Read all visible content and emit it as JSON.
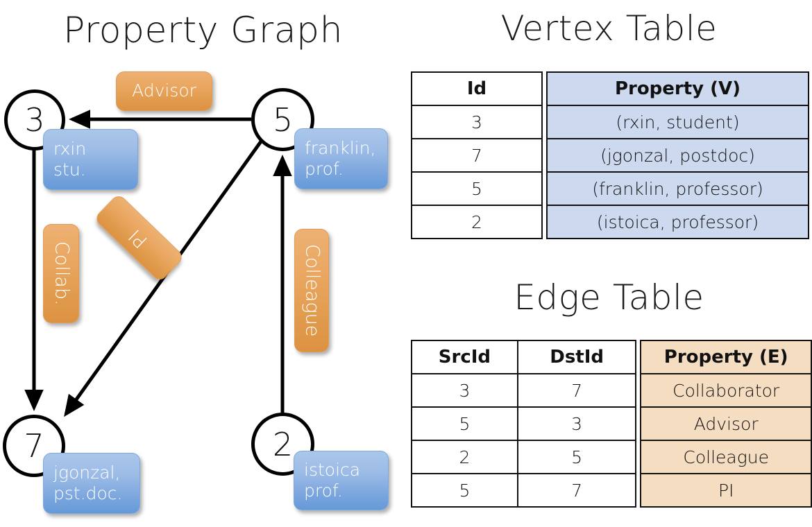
{
  "titles": {
    "property_graph": "Property Graph",
    "vertex_table": "Vertex Table",
    "edge_table": "Edge Table"
  },
  "graph": {
    "nodes": [
      {
        "id": "3",
        "label": "3",
        "property_lines": [
          "rxin",
          "stu."
        ]
      },
      {
        "id": "7",
        "label": "7",
        "property_lines": [
          "jgonzal,",
          "pst.doc."
        ]
      },
      {
        "id": "5",
        "label": "5",
        "property_lines": [
          "franklin,",
          "prof."
        ]
      },
      {
        "id": "2",
        "label": "2",
        "property_lines": [
          "istoica",
          "prof."
        ]
      }
    ],
    "edge_labels": {
      "advisor": "Advisor",
      "collab": "Collab.",
      "pi": "PI",
      "colleague": "Colleague"
    },
    "edges": [
      {
        "src": "5",
        "dst": "3",
        "label": "Advisor"
      },
      {
        "src": "3",
        "dst": "7",
        "label": "Collab."
      },
      {
        "src": "5",
        "dst": "7",
        "label": "PI"
      },
      {
        "src": "2",
        "dst": "5",
        "label": "Colleague"
      }
    ]
  },
  "vertex_table": {
    "headers": [
      "Id",
      "Property (V)"
    ],
    "rows": [
      {
        "id": "3",
        "property": "(rxin, student)"
      },
      {
        "id": "7",
        "property": "(jgonzal, postdoc)"
      },
      {
        "id": "5",
        "property": "(franklin, professor)"
      },
      {
        "id": "2",
        "property": "(istoica, professor)"
      }
    ]
  },
  "edge_table": {
    "headers": [
      "SrcId",
      "DstId",
      "Property (E)"
    ],
    "rows": [
      {
        "src": "3",
        "dst": "7",
        "property": "Collaborator"
      },
      {
        "src": "5",
        "dst": "3",
        "property": "Advisor"
      },
      {
        "src": "2",
        "dst": "5",
        "property": "Colleague"
      },
      {
        "src": "5",
        "dst": "7",
        "property": "PI"
      }
    ]
  },
  "colors": {
    "vertex_box": "#79a5dc",
    "edge_box": "#e5a157",
    "vertex_cell": "#ccd9ee",
    "edge_cell": "#f5ddc2",
    "stroke": "#000000"
  }
}
